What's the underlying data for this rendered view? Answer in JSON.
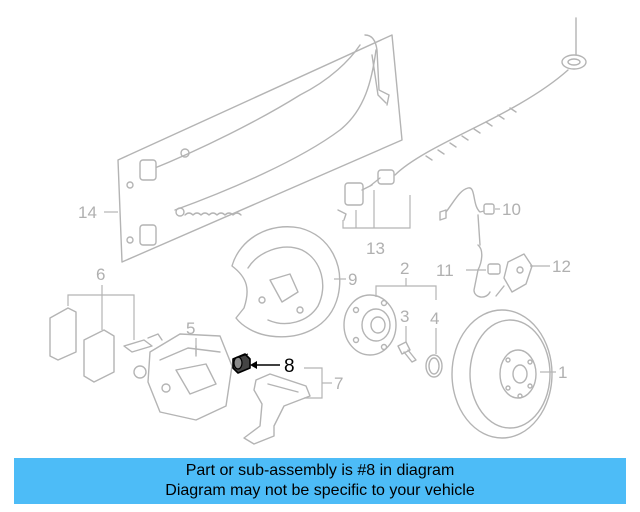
{
  "callouts": {
    "c1": "1",
    "c2": "2",
    "c3": "3",
    "c4": "4",
    "c5": "5",
    "c6": "6",
    "c7": "7",
    "c8": "8",
    "c9": "9",
    "c10": "10",
    "c11": "11",
    "c12": "12",
    "c13": "13",
    "c14": "14"
  },
  "highlight_callout": "8",
  "banner": {
    "line1": "Part or sub-assembly is #8 in diagram",
    "line2": "Diagram may not be specific to your vehicle"
  },
  "colors": {
    "banner_bg": "#4dbcf7",
    "part_stroke": "#b4b4b4",
    "highlight": "#000000"
  }
}
